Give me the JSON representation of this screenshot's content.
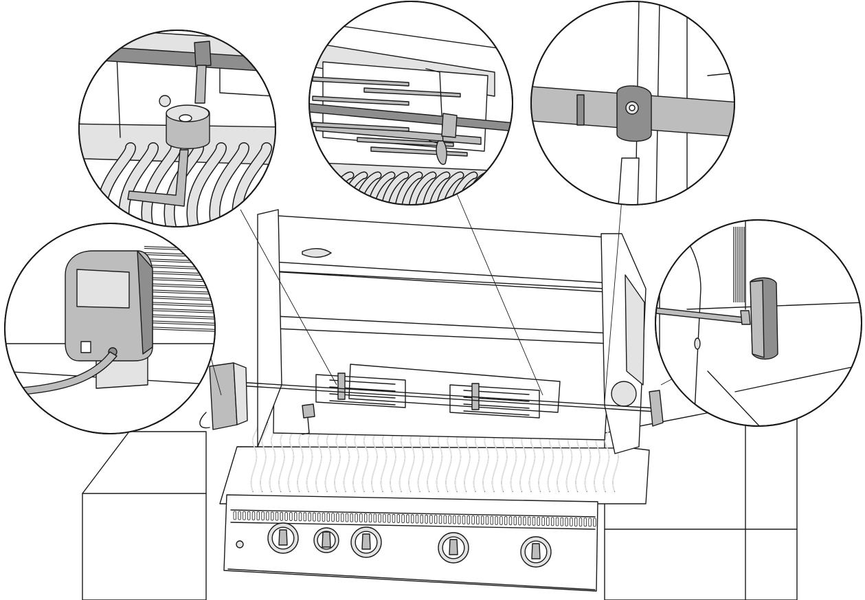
{
  "figure": {
    "subject": "rotisserie-installation-on-grill",
    "colors": {
      "light": "#e3e3e3",
      "mid": "#bdbdbd",
      "dark": "#8e8e8e",
      "line": "#1a1a1a"
    },
    "callouts": [
      {
        "id": "motor",
        "icon": "rotisserie-motor-icon"
      },
      {
        "id": "fork-thumbscrew",
        "icon": "fork-thumbscrew-icon"
      },
      {
        "id": "spit-forks",
        "icon": "spit-forks-icon"
      },
      {
        "id": "spit-collar",
        "icon": "spit-collar-icon"
      },
      {
        "id": "spit-handle",
        "icon": "spit-handle-icon"
      }
    ]
  }
}
